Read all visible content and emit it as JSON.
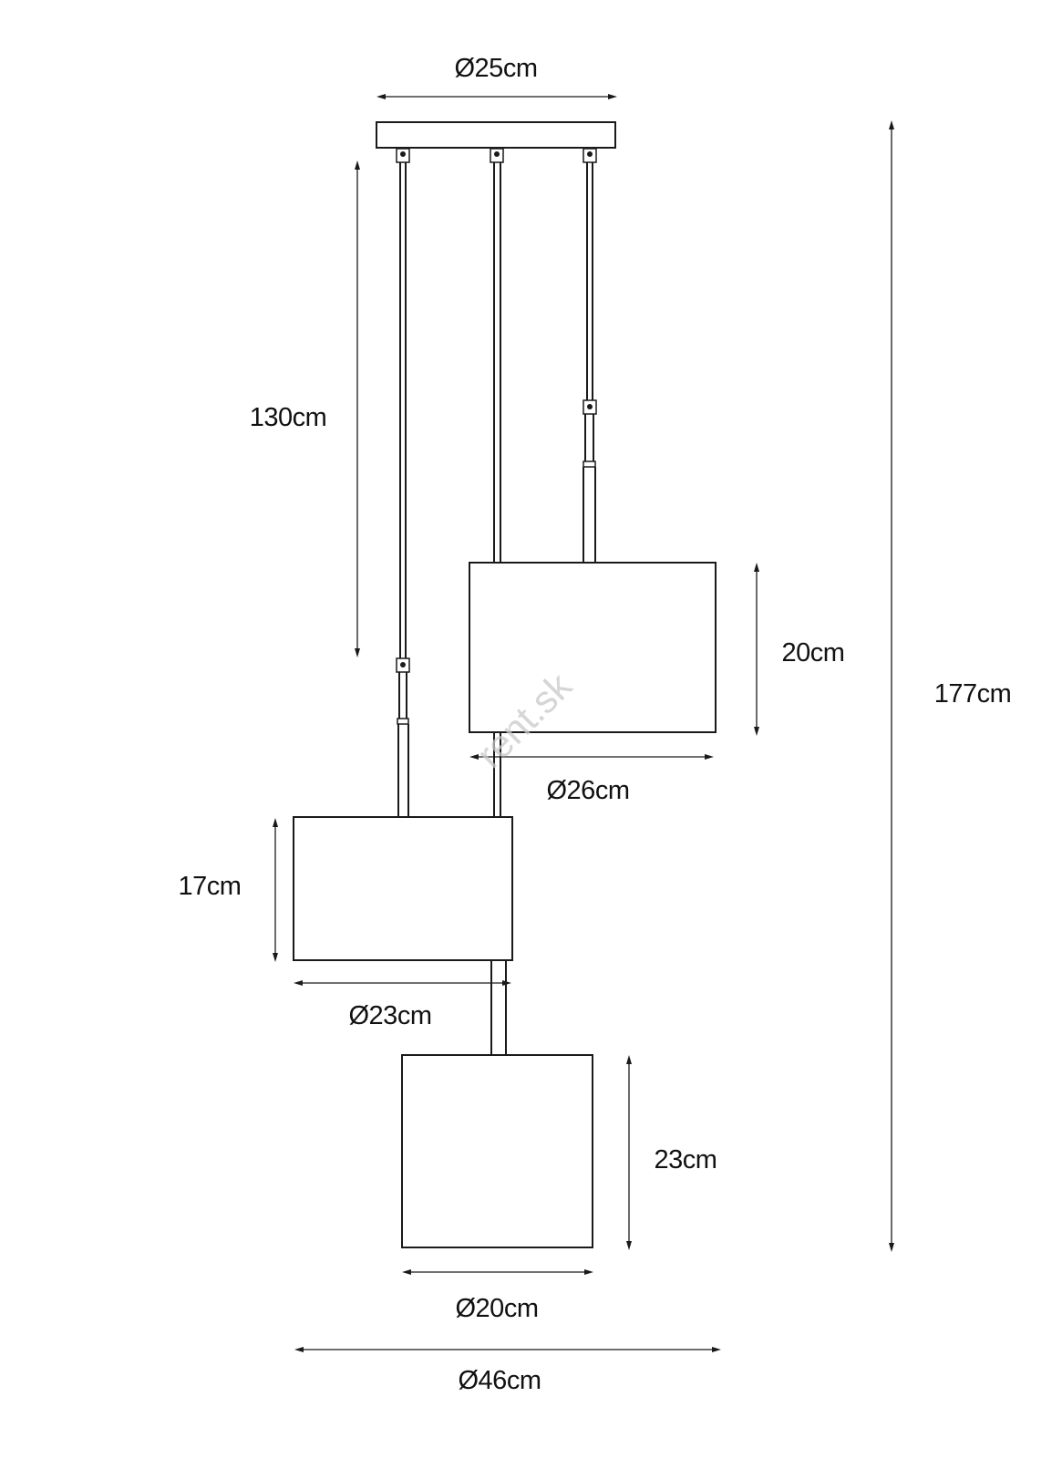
{
  "labels": {
    "canopy_diameter": "Ø25cm",
    "cable_length": "130cm",
    "total_height": "177cm",
    "shade_right_height": "20cm",
    "shade_right_diameter": "Ø26cm",
    "shade_left_height": "17cm",
    "shade_left_diameter": "Ø23cm",
    "shade_bottom_height": "23cm",
    "shade_bottom_diameter": "Ø20cm",
    "overall_diameter": "Ø46cm"
  },
  "watermark": "rent.sk",
  "colors": {
    "line": "#1a1a1a",
    "text": "#111111",
    "watermark": "#c9c9c9"
  }
}
